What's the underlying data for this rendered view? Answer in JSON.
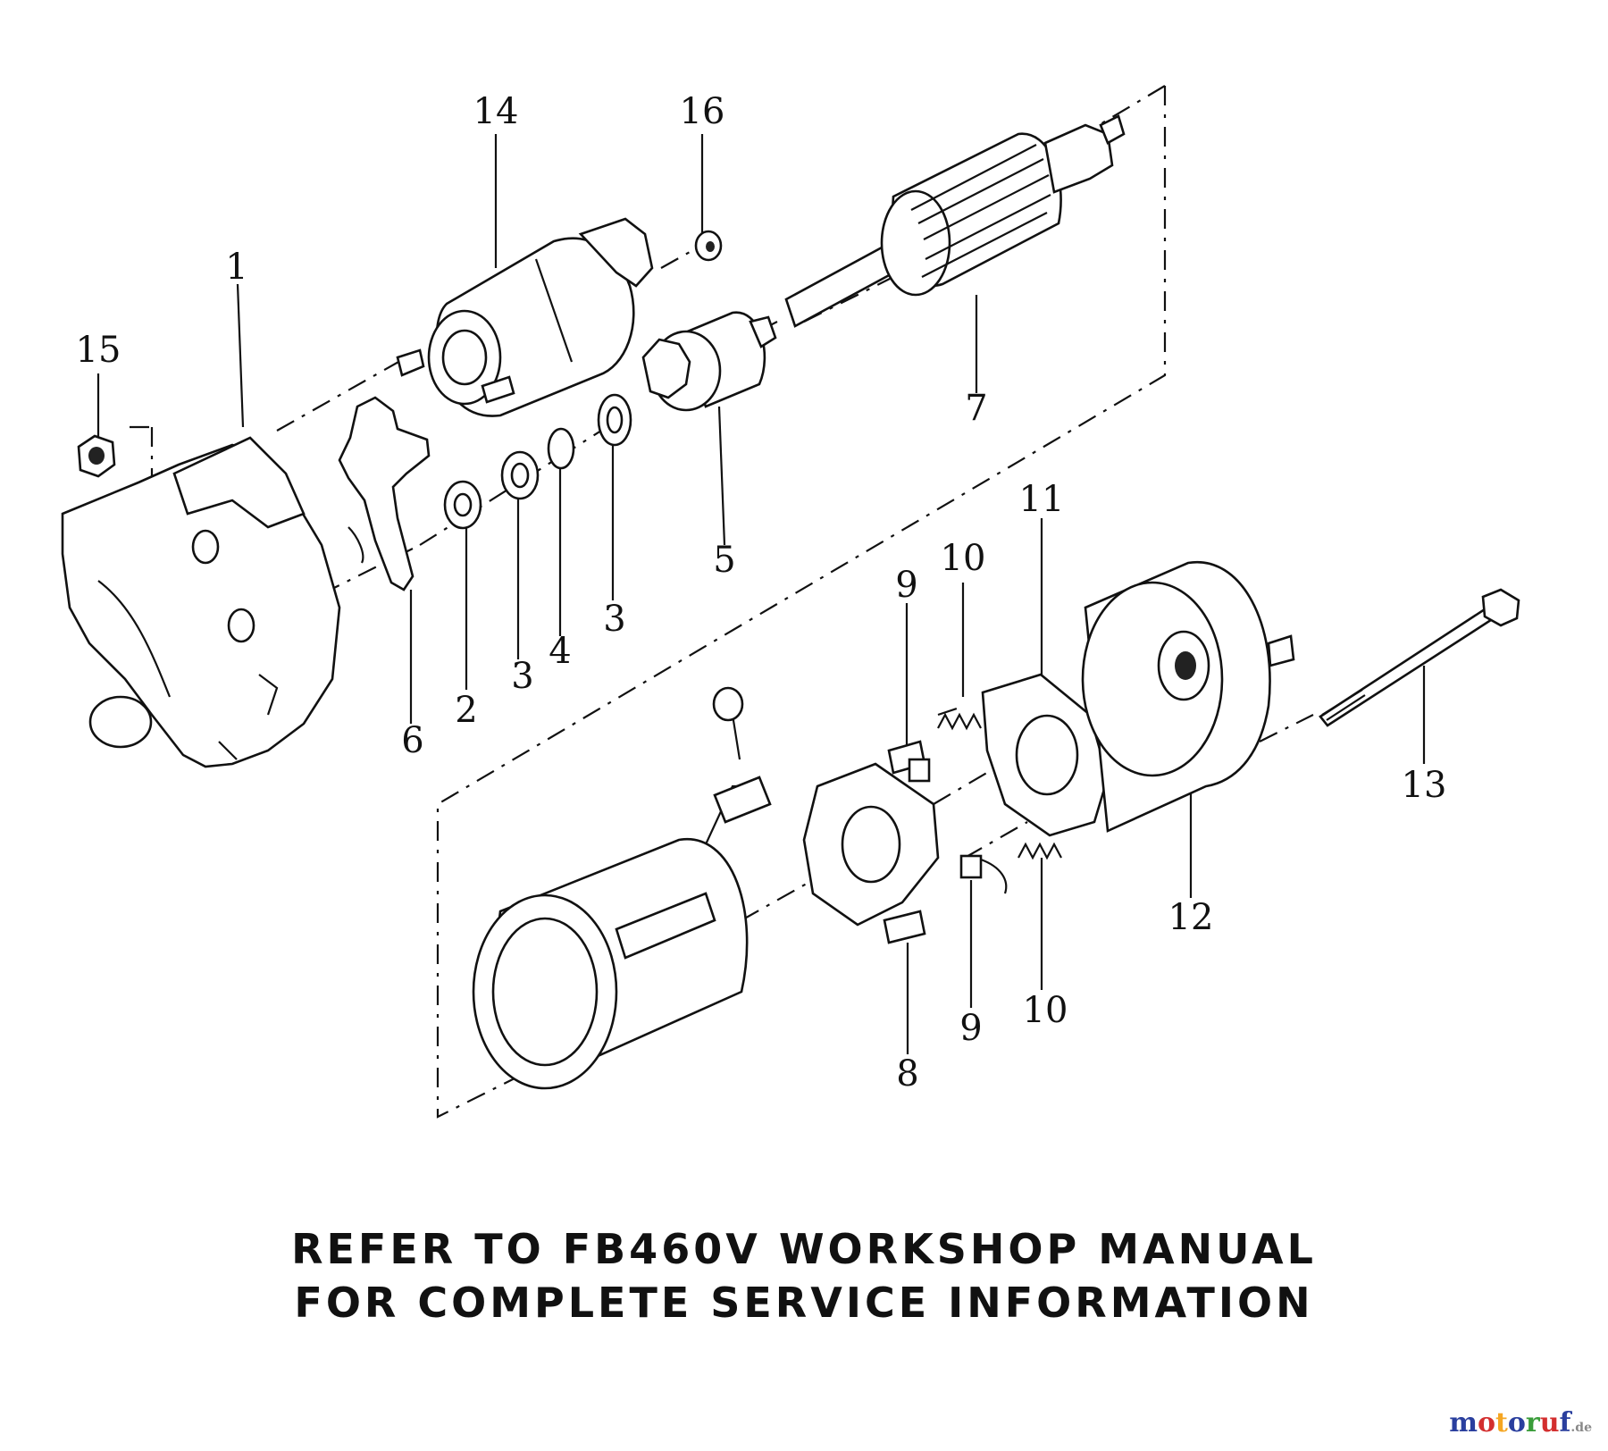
{
  "callouts": [
    {
      "id": "c1",
      "text": "1"
    },
    {
      "id": "c2",
      "text": "2"
    },
    {
      "id": "c3a",
      "text": "3"
    },
    {
      "id": "c3b",
      "text": "3"
    },
    {
      "id": "c4",
      "text": "4"
    },
    {
      "id": "c5",
      "text": "5"
    },
    {
      "id": "c6",
      "text": "6"
    },
    {
      "id": "c7",
      "text": "7"
    },
    {
      "id": "c8",
      "text": "8"
    },
    {
      "id": "c9a",
      "text": "9"
    },
    {
      "id": "c9b",
      "text": "9"
    },
    {
      "id": "c10a",
      "text": "10"
    },
    {
      "id": "c10b",
      "text": "10"
    },
    {
      "id": "c11",
      "text": "11"
    },
    {
      "id": "c12",
      "text": "12"
    },
    {
      "id": "c13",
      "text": "13"
    },
    {
      "id": "c14",
      "text": "14"
    },
    {
      "id": "c15",
      "text": "15"
    },
    {
      "id": "c16",
      "text": "16"
    }
  ],
  "note": {
    "line1": "REFER TO FB460V WORKSHOP MANUAL",
    "line2": "FOR COMPLETE SERVICE INFORMATION"
  },
  "watermark": {
    "brand": [
      {
        "text": "m",
        "color": "#2a3f9e"
      },
      {
        "text": "o",
        "color": "#d32f2f"
      },
      {
        "text": "t",
        "color": "#f5a623"
      },
      {
        "text": "o",
        "color": "#2a3f9e"
      },
      {
        "text": "r",
        "color": "#3a9d3a"
      },
      {
        "text": "u",
        "color": "#d32f2f"
      },
      {
        "text": "f",
        "color": "#2a3f9e"
      }
    ],
    "suffix": ".de"
  }
}
